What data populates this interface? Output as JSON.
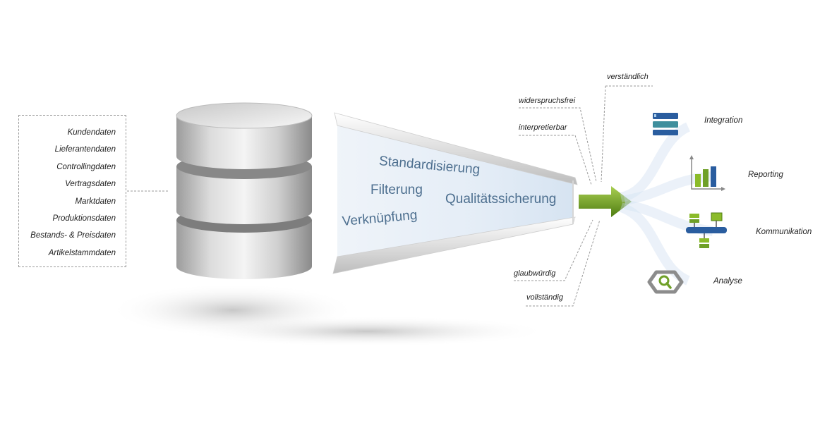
{
  "sources": {
    "items": [
      "Kundendaten",
      "Lieferantendaten",
      "Controllingdaten",
      "Vertragsdaten",
      "Marktdaten",
      "Produktionsdaten",
      "Bestands- & Preisdaten",
      "Artikelstammdaten"
    ]
  },
  "funnel": {
    "labels": [
      "Standardisierung",
      "Filterung",
      "Qualitätssicherung",
      "Verknüpfung"
    ]
  },
  "qualities": {
    "top": [
      "verständlich",
      "widerspruchsfrei",
      "interpretierbar"
    ],
    "bottom": [
      "glaubwürdig",
      "vollständig"
    ]
  },
  "outputs": [
    {
      "label": "Integration",
      "icon": "integration-icon"
    },
    {
      "label": "Reporting",
      "icon": "reporting-icon"
    },
    {
      "label": "Kommunikation",
      "icon": "kommunikation-icon"
    },
    {
      "label": "Analyse",
      "icon": "analyse-icon"
    }
  ],
  "colors": {
    "arrow_green": "#6f9e1e",
    "icon_blue": "#2a5d9f",
    "icon_green": "#8bbb2a",
    "funnel_text": "#4d6f8f"
  }
}
